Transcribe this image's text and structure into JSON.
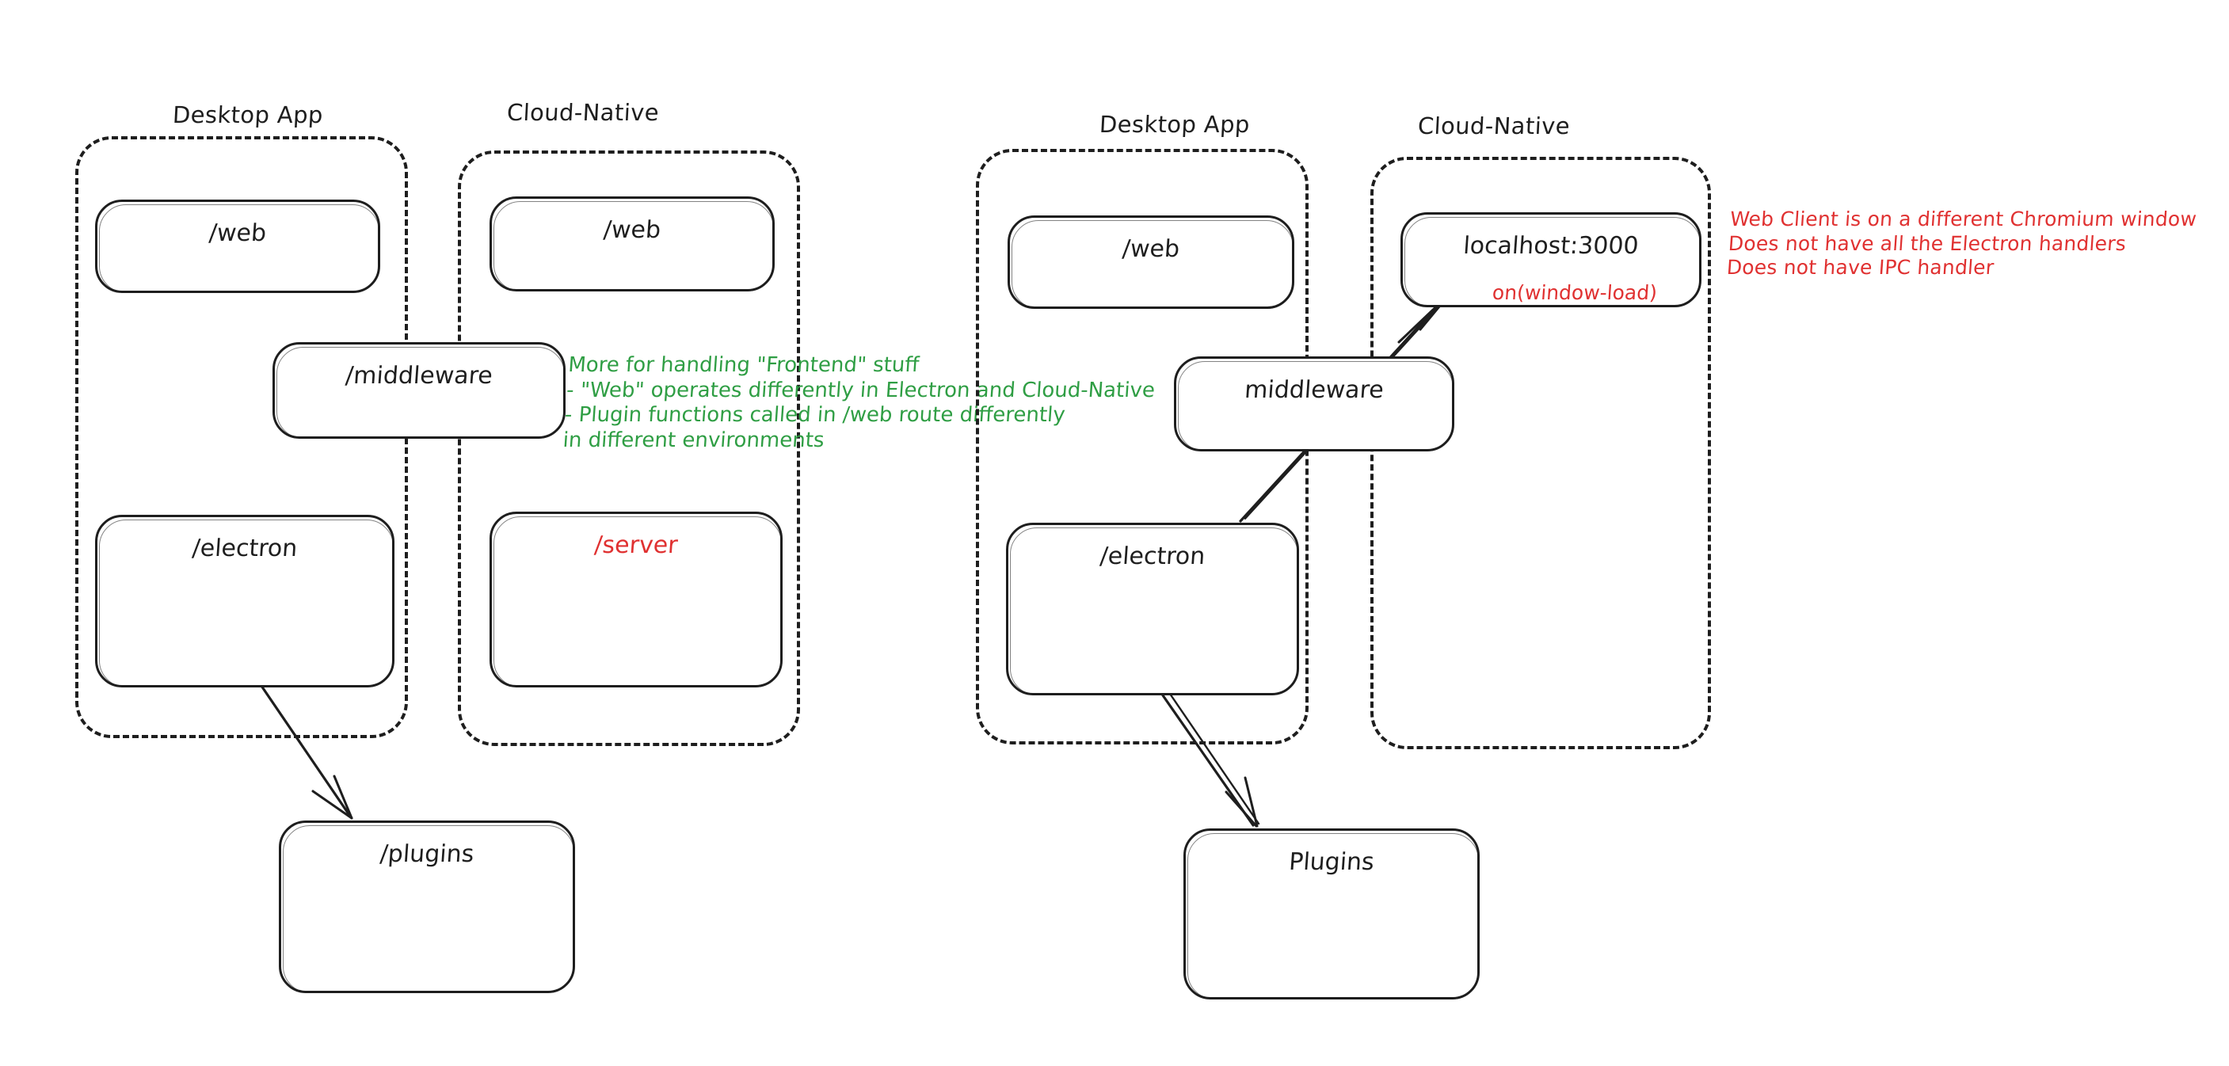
{
  "diagram": {
    "title": "Electron Desktop App vs Cloud-Native architecture comparison",
    "colors": {
      "stroke": "#1e1e1e",
      "green": "#2f9e44",
      "red": "#e03131",
      "background": "#ffffff"
    }
  },
  "left_half": {
    "groups": [
      {
        "id": "left-desktop",
        "label": "Desktop App"
      },
      {
        "id": "left-cloud",
        "label": "Cloud-Native"
      }
    ],
    "nodes": [
      {
        "id": "left-desktop-web",
        "label": "/web"
      },
      {
        "id": "left-cloud-web",
        "label": "/web"
      },
      {
        "id": "left-middleware",
        "label": "/middleware"
      },
      {
        "id": "left-electron",
        "label": "/electron"
      },
      {
        "id": "left-server",
        "label": "/server",
        "color": "red"
      },
      {
        "id": "left-plugins",
        "label": "/plugins"
      }
    ],
    "annotation_green": "More for handling \"Frontend\" stuff\n- \"Web\" operates differently in Electron and Cloud-Native\n- Plugin functions called in /web route differently\nin different environments"
  },
  "right_half": {
    "groups": [
      {
        "id": "right-desktop",
        "label": "Desktop App"
      },
      {
        "id": "right-cloud",
        "label": "Cloud-Native"
      }
    ],
    "nodes": [
      {
        "id": "right-desktop-web",
        "label": "/web"
      },
      {
        "id": "right-localhost",
        "label": "localhost:3000",
        "sublabel": "on(window-load)"
      },
      {
        "id": "right-middleware",
        "label": "middleware"
      },
      {
        "id": "right-electron",
        "label": "/electron"
      },
      {
        "id": "right-plugins",
        "label": "Plugins"
      }
    ],
    "annotation_red": "Web Client is on a different Chromium window\nDoes not have all the Electron handlers\nDoes not have IPC handler"
  },
  "arrows": [
    {
      "id": "arrow-electron-to-plugins-left",
      "from": "left-electron",
      "to": "left-plugins"
    },
    {
      "id": "arrow-electron-to-localhost-right",
      "from": "right-electron",
      "to": "right-localhost"
    },
    {
      "id": "arrow-electron-to-plugins-right",
      "from": "right-electron",
      "to": "right-plugins"
    }
  ]
}
